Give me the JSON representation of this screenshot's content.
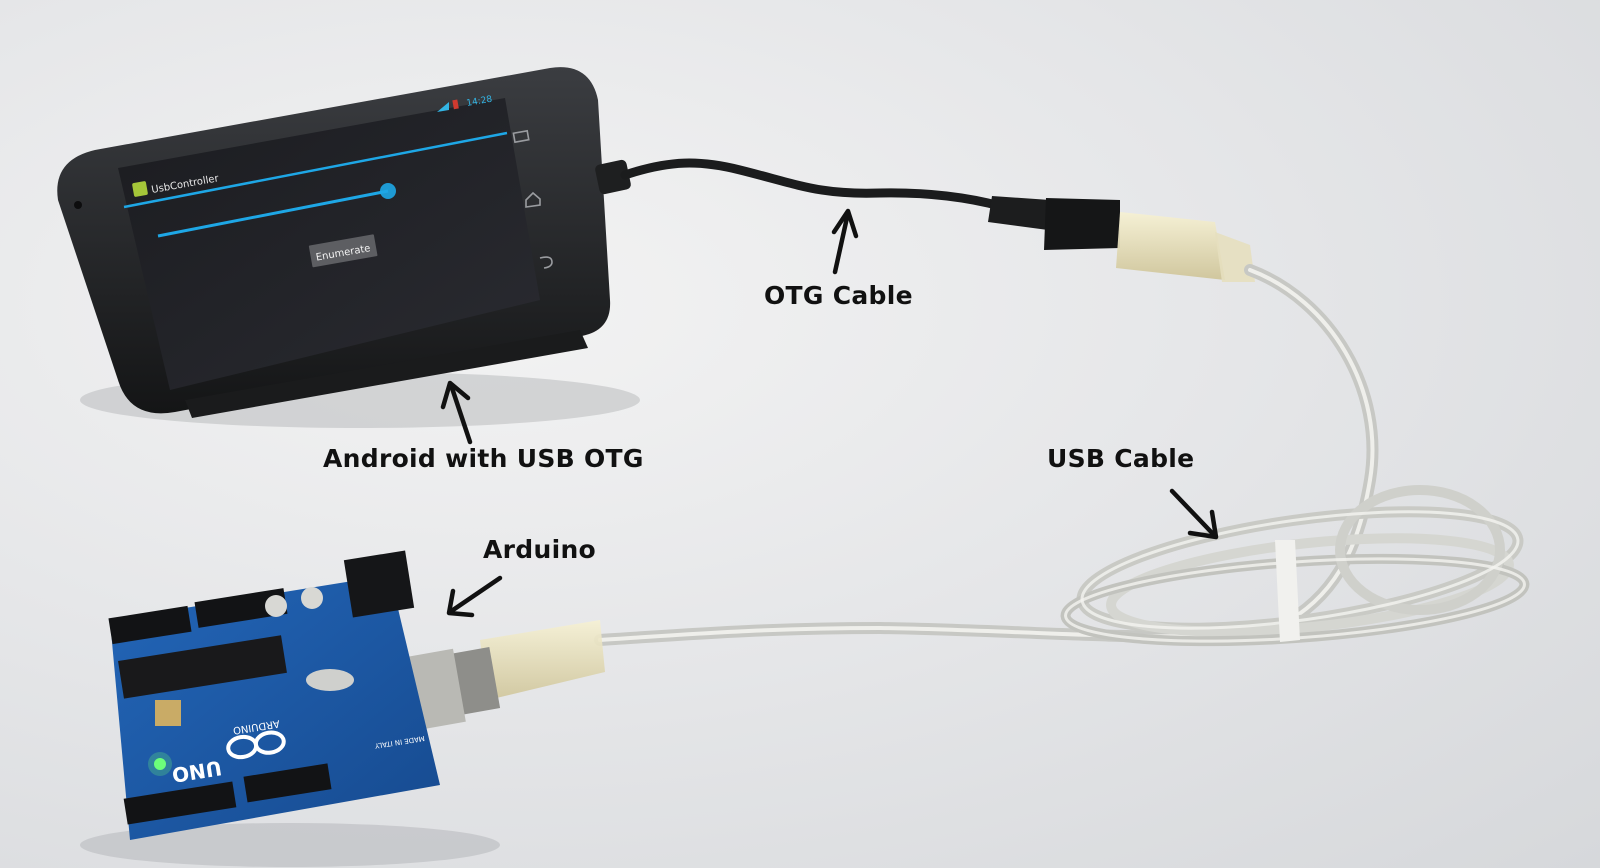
{
  "phone": {
    "status_time": "14:28",
    "app_title": "UsbController",
    "button_label": "Enumerate",
    "accent_color": "#1ea7e6"
  },
  "board": {
    "logo_text": "UNO",
    "brand_text": "ARDUINO",
    "made_in_text": "MADE IN ITALY",
    "board_color": "#1c58a8"
  },
  "annotations": {
    "otg_cable": "OTG Cable",
    "android": "Android with USB OTG",
    "usb_cable": "USB Cable",
    "arduino": "Arduino"
  }
}
